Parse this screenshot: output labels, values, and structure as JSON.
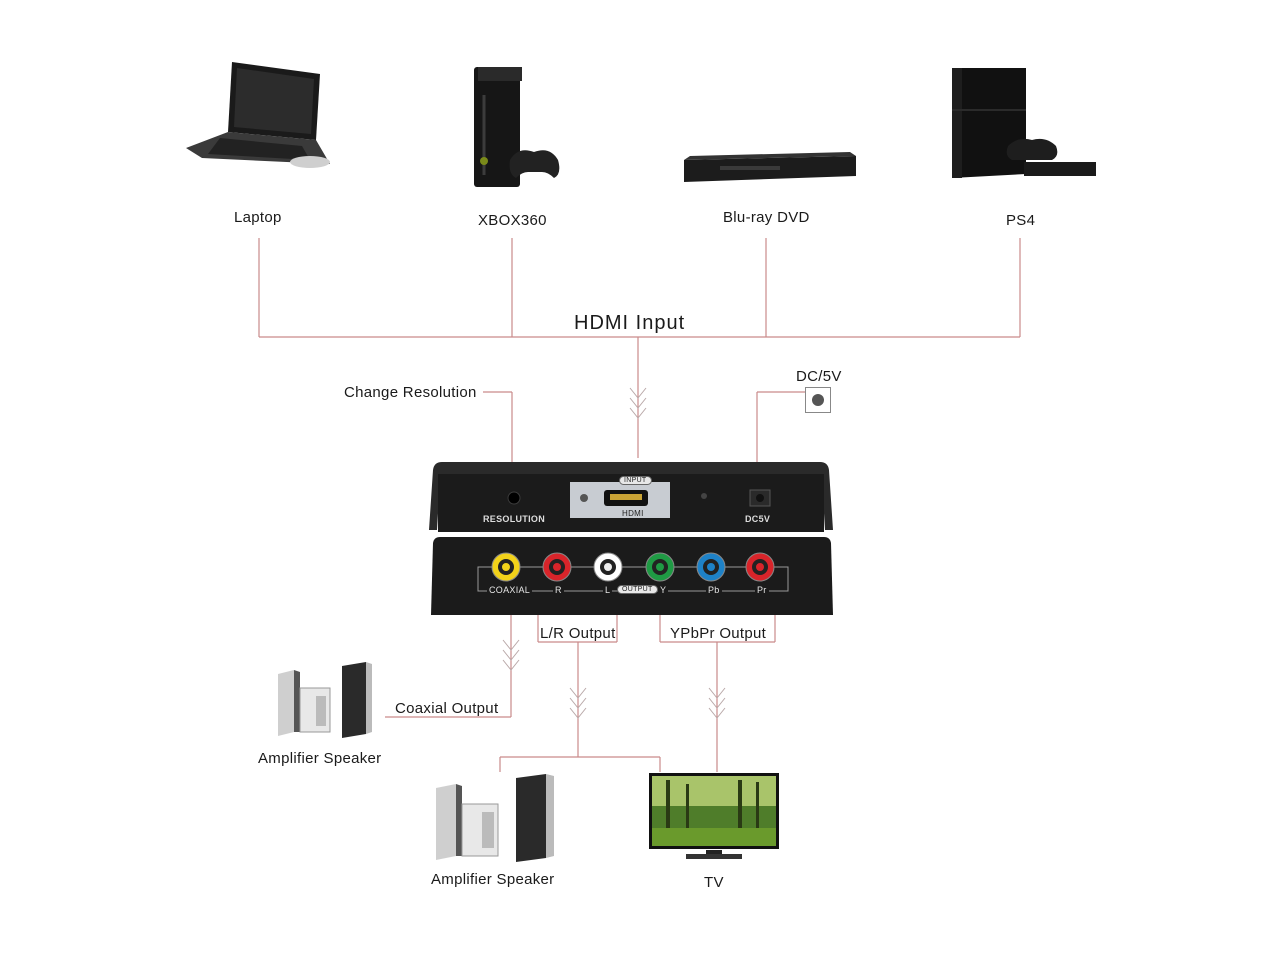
{
  "sources": {
    "laptop": "Laptop",
    "xbox": "XBOX360",
    "bluray": "Blu-ray DVD",
    "ps4": "PS4"
  },
  "bus": {
    "hdmi_input": "HDMI Input"
  },
  "controls": {
    "change_resolution": "Change Resolution",
    "dc5v": "DC/5V"
  },
  "device": {
    "top_panel": {
      "resolution": "RESOLUTION",
      "input_tag": "INPUT",
      "hdmi": "HDMI",
      "dc5v": "DC5V"
    },
    "bottom_panel": {
      "ports": [
        {
          "label": "COAXIAL",
          "color": "#f2d21a"
        },
        {
          "label": "R",
          "color": "#d8242a"
        },
        {
          "label": "L",
          "color": "#ffffff"
        },
        {
          "label": "Y",
          "color": "#1f9a44"
        },
        {
          "label": "Pb",
          "color": "#1e82c8"
        },
        {
          "label": "Pr",
          "color": "#d8242a"
        }
      ],
      "output_tag": "OUTPUT"
    }
  },
  "outputs": {
    "lr_output": "L/R Output",
    "ypbpr_output": "YPbPr Output",
    "coaxial_output": "Coaxial Output"
  },
  "sinks": {
    "amp_left": "Amplifier Speaker",
    "amp_bottom": "Amplifier Speaker",
    "tv": "TV"
  },
  "colors": {
    "wire": "#c98a8a",
    "device_body": "#1b1b1b"
  }
}
